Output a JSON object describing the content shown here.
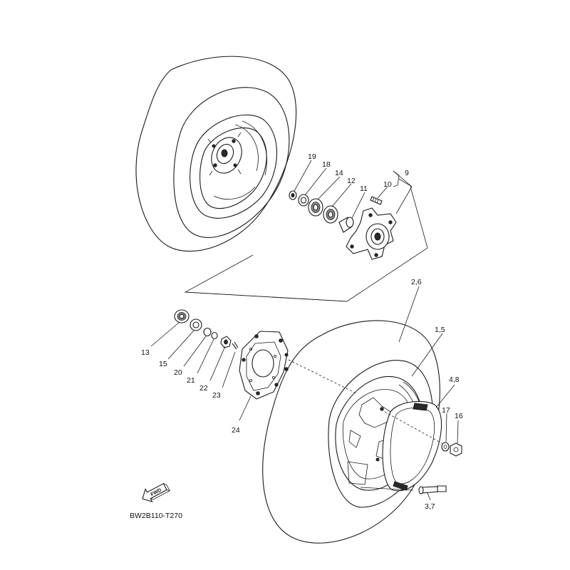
{
  "diagram": {
    "code": "BW2B110-T270",
    "fwd_label": "FWD",
    "labels": {
      "p9": "9",
      "p10": "10",
      "p11": "11",
      "p12": "12",
      "p14": "14",
      "p18": "18",
      "p19": "19",
      "p13": "13",
      "p15": "15",
      "p20": "20",
      "p21": "21",
      "p22": "22",
      "p23": "23",
      "p24": "24",
      "p26": "2,6",
      "p15b": "1,5",
      "p48": "4,8",
      "p17": "17",
      "p16": "16",
      "p37": "3,7"
    }
  }
}
